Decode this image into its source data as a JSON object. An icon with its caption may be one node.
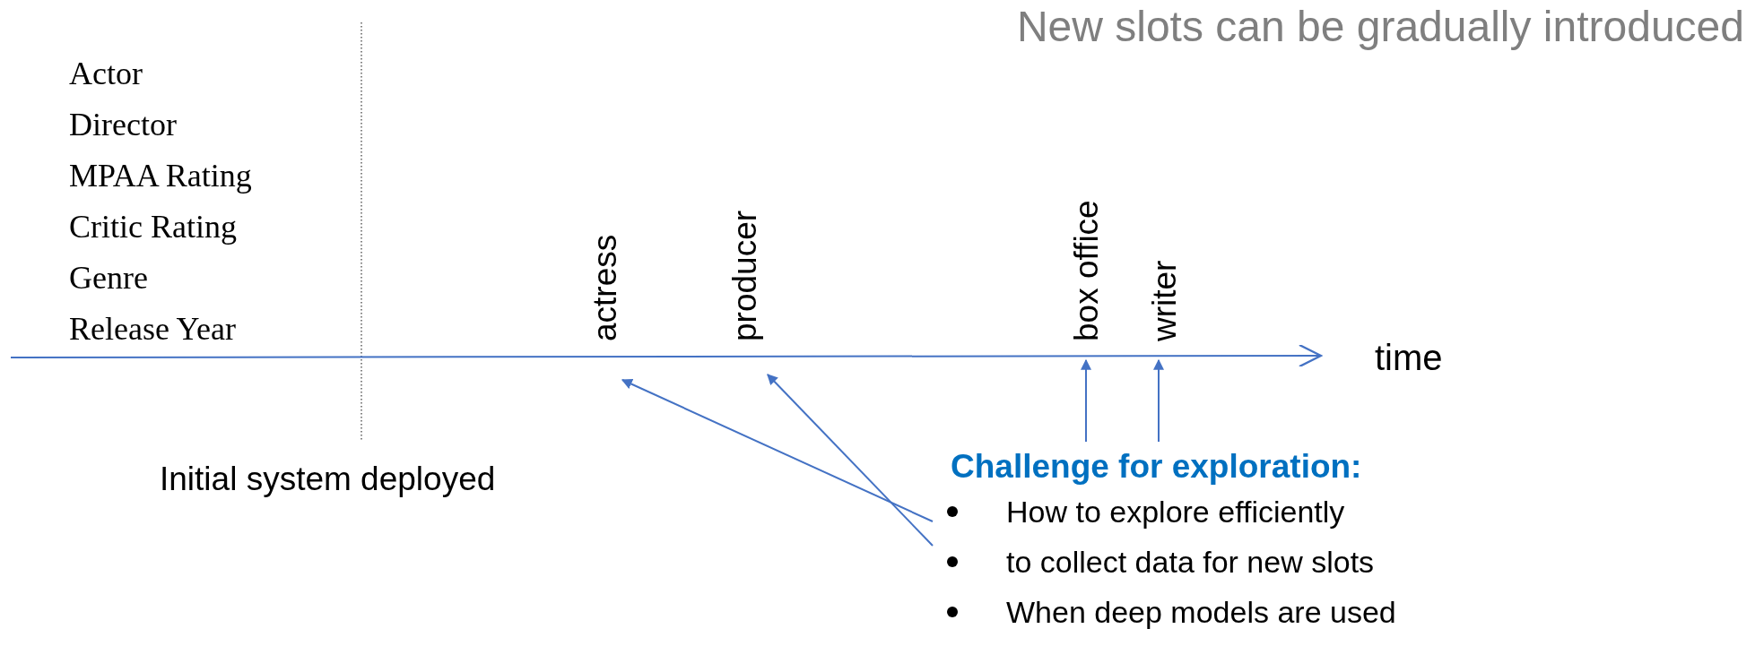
{
  "diagram": {
    "title": "New slots can be gradually introduced",
    "nodes": [
      {
        "text": [
          "Challenge for exploration:",
          "How to explore efficiently",
          "to collect data for new slots",
          "When deep models are used"
        ]
      },
      {
        "text": [
          "actress"
        ]
      },
      {
        "text": [
          "producer"
        ]
      },
      {
        "text": [
          "box office"
        ]
      },
      {
        "text": [
          "writer"
        ]
      }
    ],
    "edges": [
      {
        "from": 0,
        "to": 1,
        "arrow": "to"
      },
      {
        "from": 0,
        "to": 2,
        "arrow": "to"
      },
      {
        "from": 0,
        "to": 3,
        "arrow": "to"
      },
      {
        "from": 0,
        "to": 4,
        "arrow": "to"
      }
    ],
    "labels": [
      "Actor",
      "Director",
      "MPAA Rating",
      "Critic Rating",
      "Genre",
      "Release Year",
      "time",
      "Initial system deployed"
    ]
  }
}
